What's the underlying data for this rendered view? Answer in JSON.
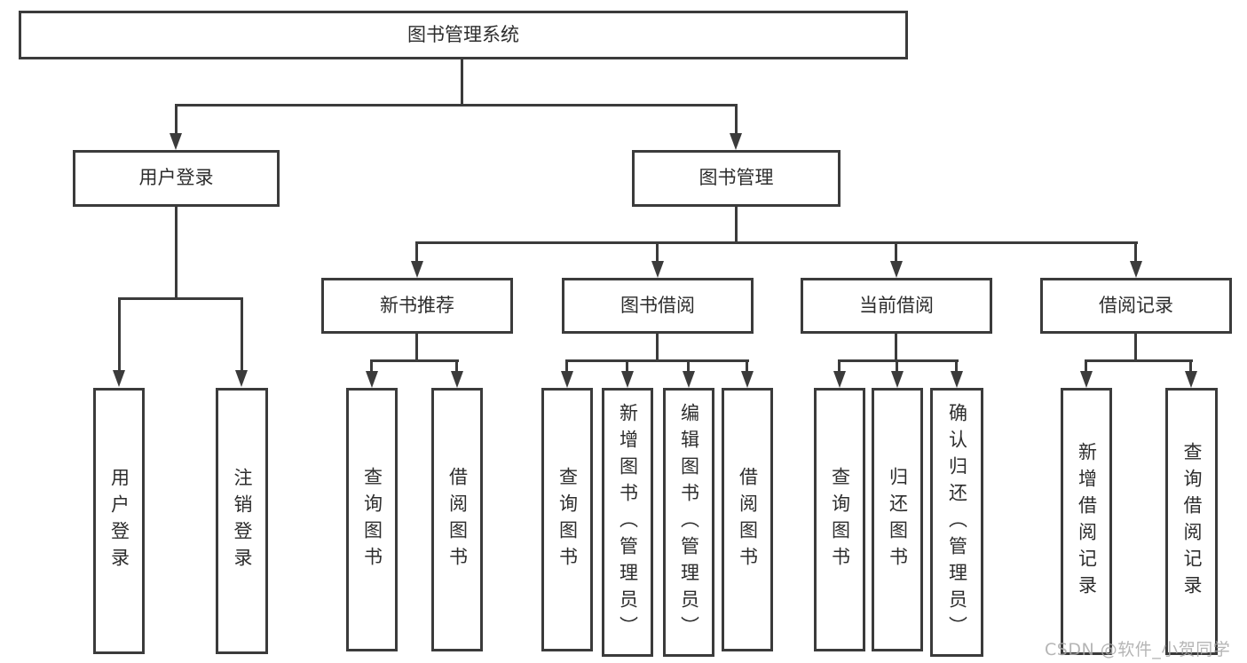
{
  "title": "图书管理系统",
  "watermark": "CSDN @软件_小贺同学",
  "colors": {
    "line": "#3b3b3b",
    "text": "#2d2d2d",
    "watermark": "#a9a9a9",
    "background": "#ffffff"
  },
  "nodes": {
    "root": {
      "label": "图书管理系统"
    },
    "level2": [
      {
        "label": "用户登录"
      },
      {
        "label": "图书管理"
      }
    ],
    "level3": [
      {
        "label": "新书推荐"
      },
      {
        "label": "图书借阅"
      },
      {
        "label": "当前借阅"
      },
      {
        "label": "借阅记录"
      }
    ],
    "leaves": [
      {
        "label": "用户登录"
      },
      {
        "label": "注销登录"
      },
      {
        "label": "查询图书"
      },
      {
        "label": "借阅图书"
      },
      {
        "label": "查询图书"
      },
      {
        "label": "新增图书（管理员）"
      },
      {
        "label": "编辑图书（管理员）"
      },
      {
        "label": "借阅图书"
      },
      {
        "label": "查询图书"
      },
      {
        "label": "归还图书"
      },
      {
        "label": "确认归还（管理员）"
      },
      {
        "label": "新增借阅记录"
      },
      {
        "label": "查询借阅记录"
      }
    ]
  }
}
